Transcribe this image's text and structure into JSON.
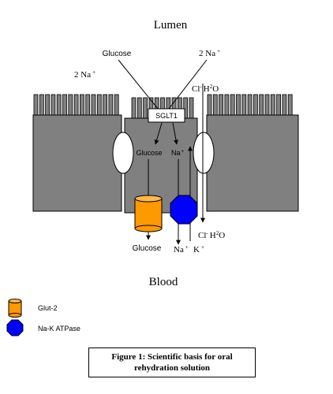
{
  "labels": {
    "lumen": "Lumen",
    "blood": "Blood",
    "glucose_top": "Glucose",
    "na_top_left": "2 Na",
    "na_top_right": "2 Na",
    "plus": "+",
    "sglt1": "SGLT1",
    "cl_h2o_top": "Cl",
    "h_top": "H",
    "sup2_top": "2",
    "o_top": "O",
    "glucose_inside": "Glucose",
    "na_inside": "Na",
    "cl_h2o_bottom": "Cl",
    "h_bottom": "H",
    "sup2_bottom": "2",
    "o_bottom": "O",
    "glucose_bottom": "Glucose",
    "na_bottom": "Na",
    "k_bottom": "K"
  },
  "legend": [
    {
      "icon": "glut2-icon",
      "label": "Glut-2",
      "color": "#ff9900"
    },
    {
      "icon": "na-k-atpase-icon",
      "label": "Na-K ATPase",
      "color": "#0000ff"
    }
  ],
  "caption": "Figure 1: Scientific basis for oral rehydration solution",
  "colors": {
    "cell_fill": "#808080",
    "glut2": "#ff9900",
    "atpase": "#0000ff",
    "channel": "#ffffff"
  }
}
